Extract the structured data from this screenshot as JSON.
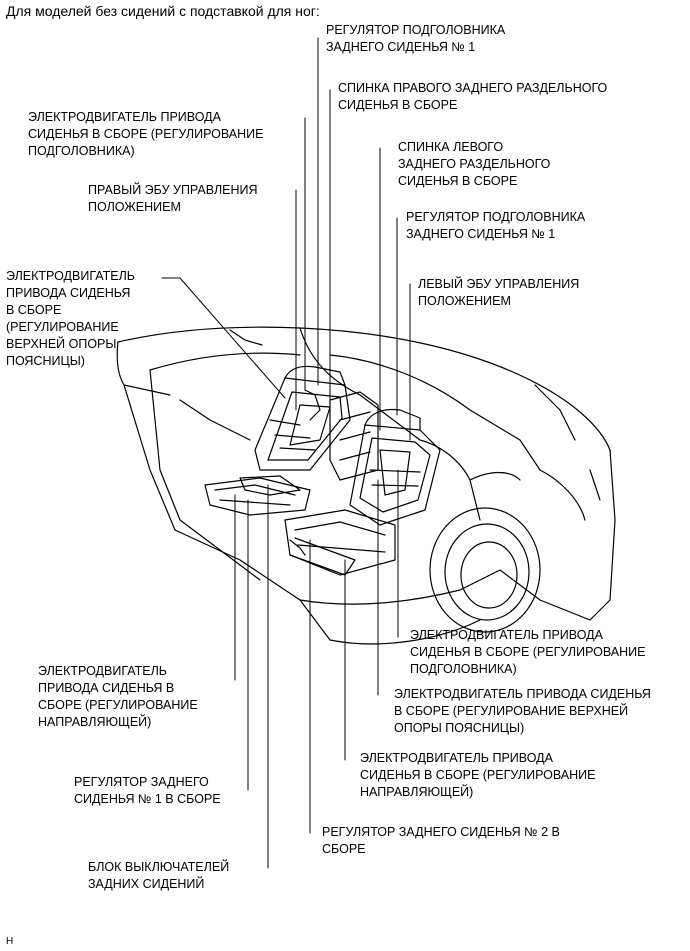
{
  "title": "Для моделей без сидений с подставкой для ног:",
  "labels": [
    "РЕГУЛЯТОР ПОДГОЛОВНИКА\nЗАДНЕГО СИДЕНЬЯ № 1",
    "СПИНКА ПРАВОГО ЗАДНЕГО РАЗДЕЛЬНОГО\nСИДЕНЬЯ В СБОРЕ",
    "ЭЛЕКТРОДВИГАТЕЛЬ ПРИВОДА\nСИДЕНЬЯ В СБОРЕ (РЕГУЛИРОВАНИЕ\nПОДГОЛОВНИКА)",
    "СПИНКА ЛЕВОГО\nЗАДНЕГО РАЗДЕЛЬНОГО\nСИДЕНЬЯ В СБОРЕ",
    "ПРАВЫЙ ЭБУ УПРАВЛЕНИЯ\nПОЛОЖЕНИЕМ",
    "РЕГУЛЯТОР ПОДГОЛОВНИКА\nЗАДНЕГО СИДЕНЬЯ № 1",
    "ЭЛЕКТРОДВИГАТЕЛЬ\nПРИВОДА СИДЕНЬЯ\nВ СБОРЕ\n(РЕГУЛИРОВАНИЕ\nВЕРХНЕЙ ОПОРЫ\nПОЯСНИЦЫ)",
    "ЛЕВЫЙ ЭБУ УПРАВЛЕНИЯ\nПОЛОЖЕНИЕМ",
    "ЭЛЕКТРОДВИГАТЕЛЬ ПРИВОДА\nСИДЕНЬЯ В СБОРЕ (РЕГУЛИРОВАНИЕ\nПОДГОЛОВНИКА)",
    "ЭЛЕКТРОДВИГАТЕЛЬ\nПРИВОДА СИДЕНЬЯ В\nСБОРЕ (РЕГУЛИРОВАНИЕ\nНАПРАВЛЯЮЩЕЙ)",
    "ЭЛЕКТРОДВИГАТЕЛЬ ПРИВОДА СИДЕНЬЯ\nВ СБОРЕ (РЕГУЛИРОВАНИЕ ВЕРХНЕЙ\nОПОРЫ ПОЯСНИЦЫ)",
    "ЭЛЕКТРОДВИГАТЕЛЬ ПРИВОДА\nСИДЕНЬЯ В СБОРЕ (РЕГУЛИРОВАНИЕ\nНАПРАВЛЯЮЩЕЙ)",
    "РЕГУЛЯТОР ЗАДНЕГО\nСИДЕНЬЯ № 1 В СБОРЕ",
    "РЕГУЛЯТОР ЗАДНЕГО СИДЕНЬЯ № 2 В\nСБОРЕ",
    "БЛОК ВЫКЛЮЧАТЕЛЕЙ\nЗАДНИХ СИДЕНИЙ"
  ],
  "footnote": "H"
}
